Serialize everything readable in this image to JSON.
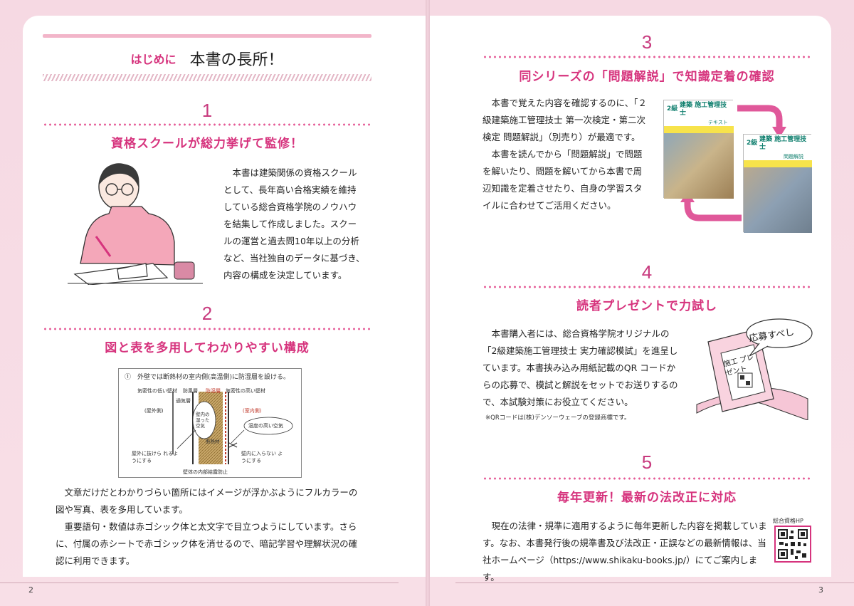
{
  "intro": {
    "kicker": "はじめに",
    "title": "本書の長所！"
  },
  "sections": [
    {
      "num": "1",
      "title": "資格スクールが総力挙げて監修！",
      "lines": [
        "本書は建築関係の資格スクール",
        "として、長年高い合格実績を維持",
        "している総合資格学院のノウハウ",
        "を結集して作成しました。スクー",
        "ルの運営と過去問10年以上の分析",
        "など、当社独自のデータに基づき、",
        "内容の構成を決定しています。"
      ]
    },
    {
      "num": "2",
      "title": "図と表を多用してわかりやすい構成",
      "lines": [
        "文章だけだとわかりづらい箇所にはイメージが浮かぶようにフルカラーの",
        "図や写真、表を多用しています。",
        "重要語句・数値は赤ゴシック体と太文字で目立つようにしています。さら",
        "に、付属の赤シートで赤ゴシック体を消せるので、暗記学習や理解状況の確",
        "認に利用できます。"
      ]
    },
    {
      "num": "3",
      "title": "同シリーズの「問題解説」で知識定着の確認",
      "lines": [
        "本書で覚えた内容を確認するのに、「２",
        "級建築施工管理技士 第一次検定・第二次",
        "検定 問題解説」（別売り）が最適です。",
        "本書を読んでから「問題解説」で問題",
        "を解いたり、問題を解いてから本書で周",
        "辺知識を定着させたり、自身の学習スタ",
        "イルに合わせてご活用ください。"
      ]
    },
    {
      "num": "4",
      "title": "読者プレゼントで力試し",
      "lines": [
        "本書購入者には、総合資格学院オリジナルの",
        "「2級建築施工管理技士 実力確認模試」を進呈し",
        "ています。本書挟み込み用紙記載のQR コードか",
        "らの応募で、模試と解説をセットでお送りするの",
        "で、本試験対策にお役立てください。"
      ],
      "note": "※QRコードは(株)デンソーウェーブの登録商標です。"
    },
    {
      "num": "5",
      "title": "毎年更新！最新の法改正に対応",
      "lines": [
        "現在の法律・規準に適用するように毎年更新した内容を掲載していま",
        "す。なお、本書発行後の規準書及び法改正・正誤などの最新情報は、当",
        "社ホームページ（https://www.shikaku-books.jp/）にてご案内します。"
      ]
    }
  ],
  "diagram": {
    "caption": "①　外壁では断熱材の室内側(高温側)に防湿層を設ける。",
    "labels": [
      "気密性の低い壁材",
      "防風層",
      "防湿層",
      "気密性の高い壁材",
      "通気層",
      "(屋外側)",
      "(室内側)",
      "壁内の湿った空気",
      "断熱材",
      "湿度の高い空気",
      "屋外に抜けら れるようにする",
      "壁内に入らない ようにする",
      "壁体の内部結露防止"
    ]
  },
  "books": {
    "top_title": "建築 施工管理技士",
    "top_sub": "テキスト",
    "bottom_title": "建築 施工管理技士",
    "bottom_sub": "問題解説",
    "grade": "2級"
  },
  "present": {
    "stamp": "応募すべし",
    "card": "施工 プレゼント"
  },
  "qr_label": "総合資格HP",
  "page_numbers": {
    "left": "2",
    "right": "3"
  }
}
